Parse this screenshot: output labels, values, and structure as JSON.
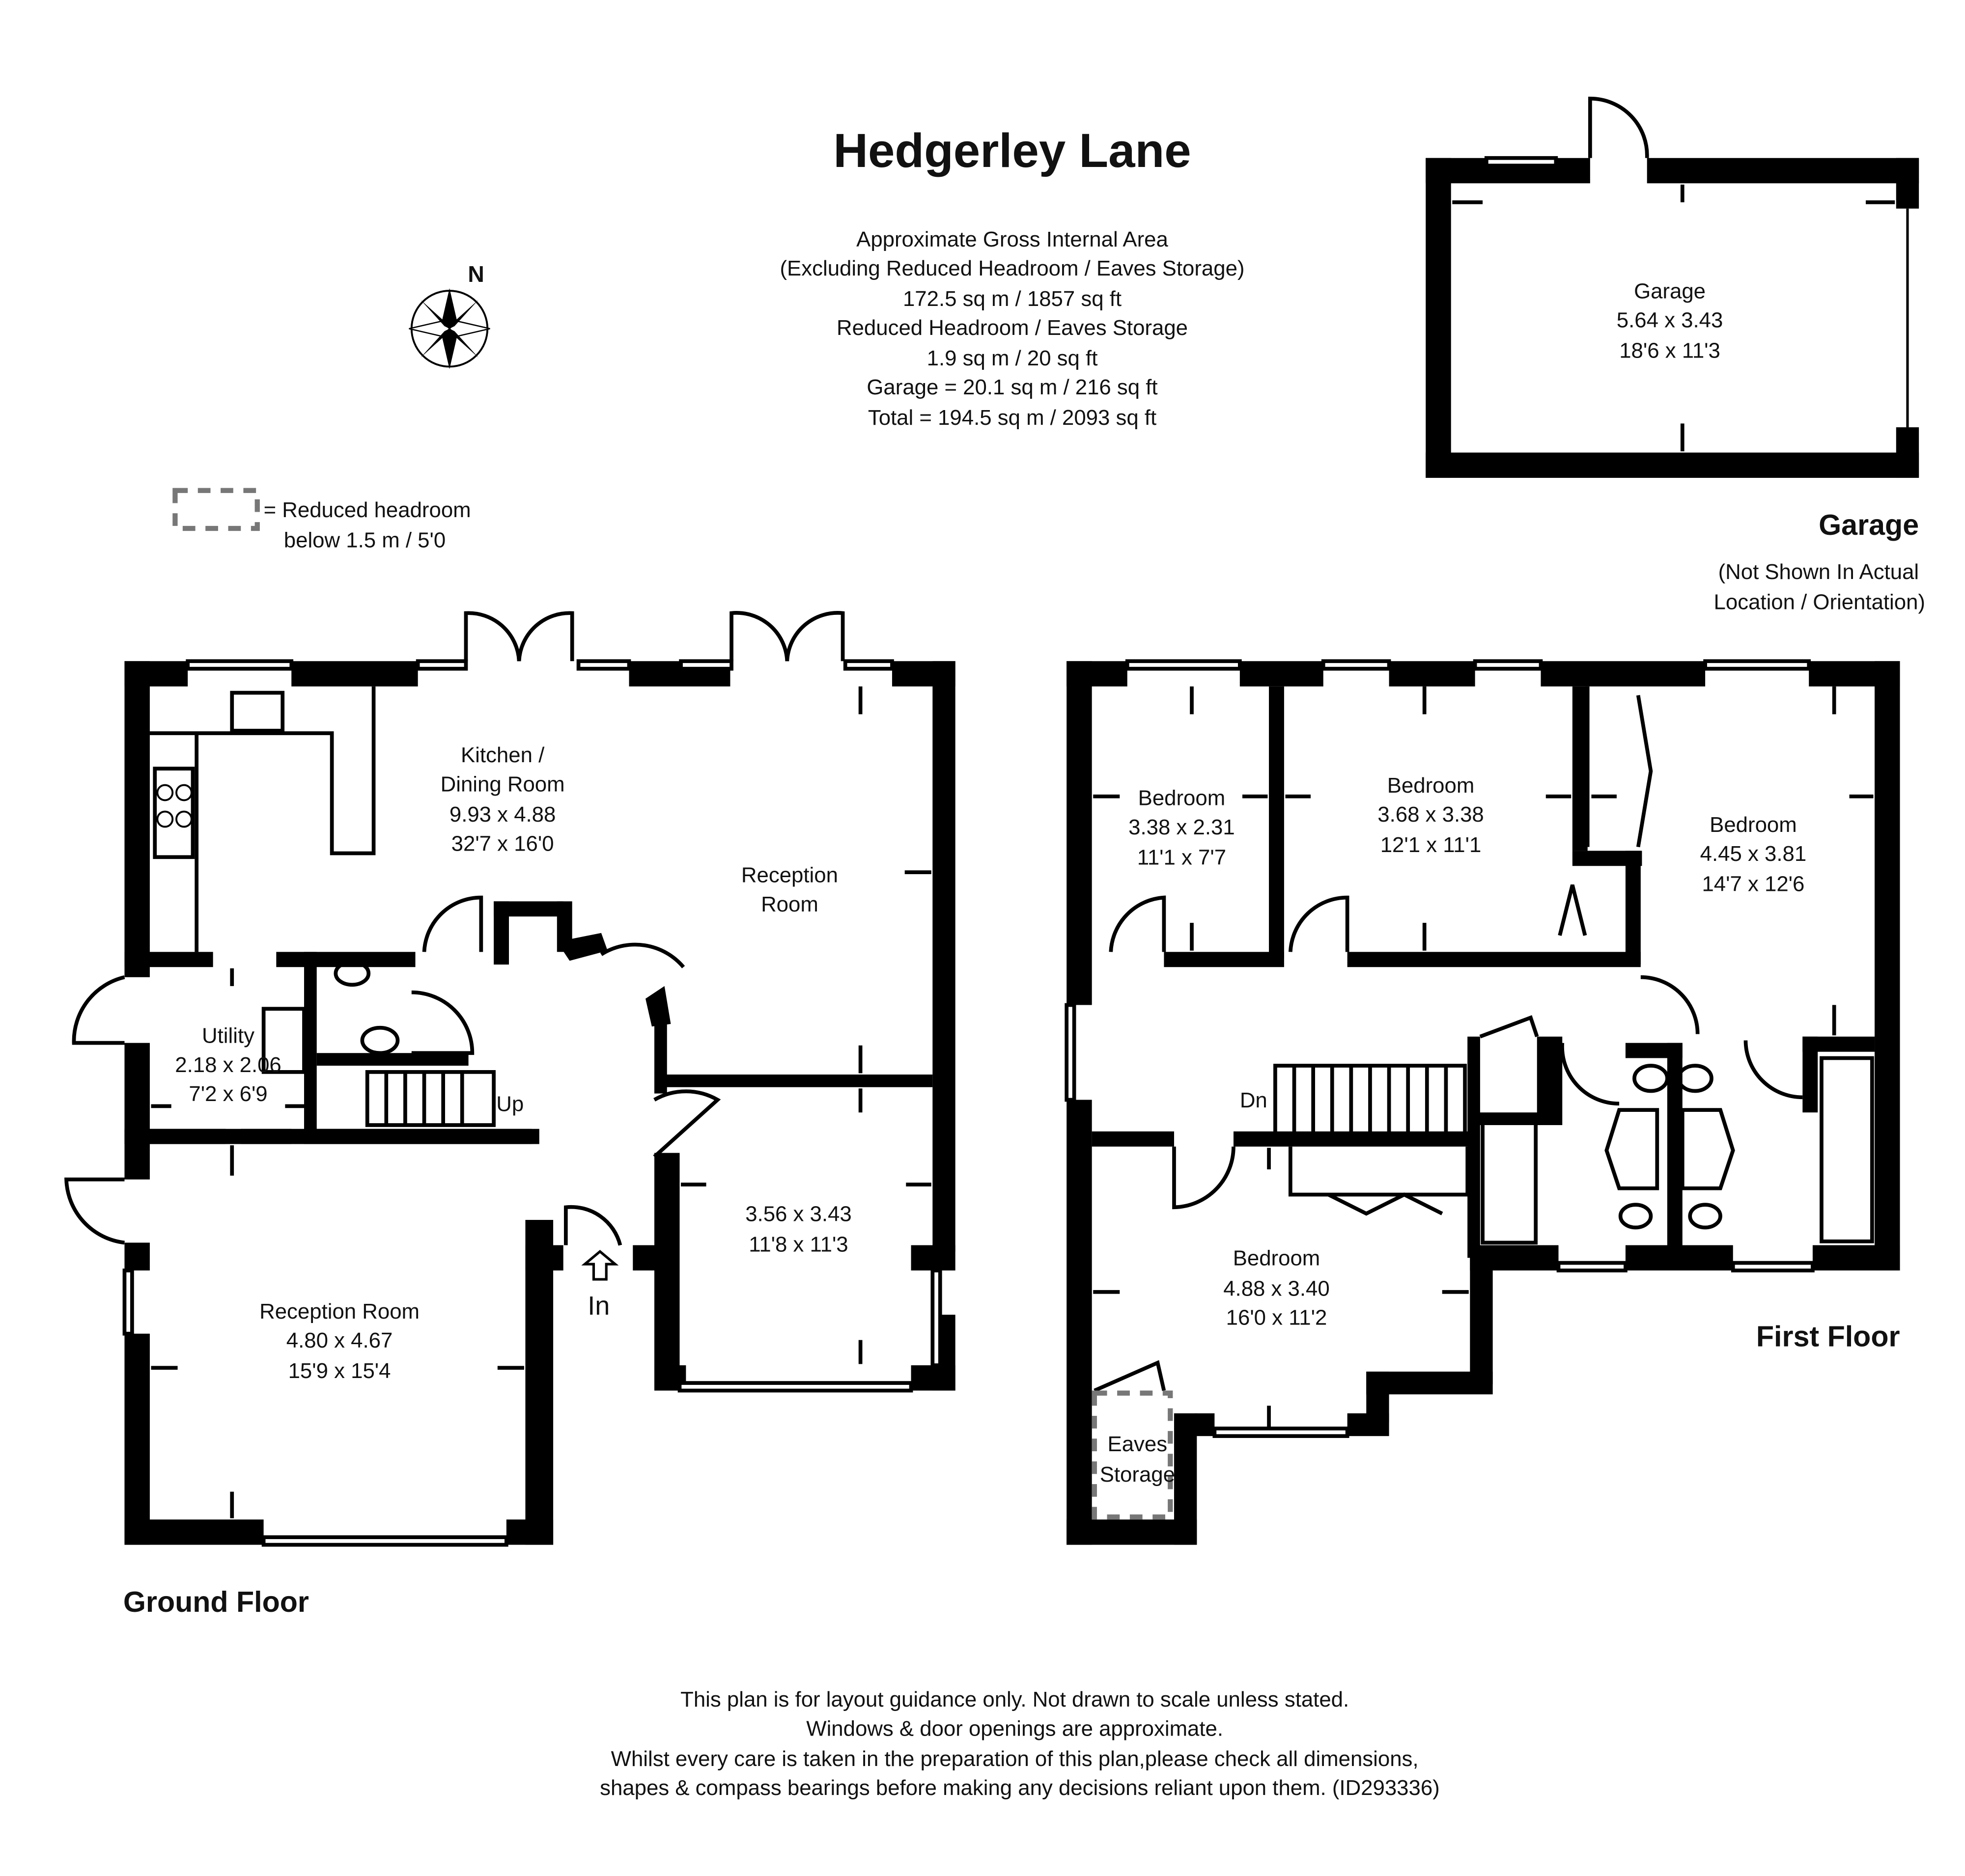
{
  "title": "Hedgerley Lane",
  "area": {
    "line1": "Approximate Gross Internal Area",
    "line2": "(Excluding Reduced Headroom / Eaves Storage)",
    "line3": "172.5 sq m / 1857 sq ft",
    "line4": "Reduced Headroom / Eaves Storage",
    "line5": "1.9 sq m / 20 sq ft",
    "line6": "Garage = 20.1 sq m / 216 sq ft",
    "line7": "Total = 194.5 sq m / 2093 sq ft"
  },
  "compass": {
    "label": "N"
  },
  "legend": {
    "line1": "= Reduced headroom",
    "line2": "below 1.5 m / 5'0"
  },
  "garage": {
    "room_name": "Garage",
    "room_dim_m": "5.64 x 3.43",
    "room_dim_ft": "18'6 x 11'3",
    "caption": "Garage",
    "note1": "(Not Shown In Actual",
    "note2": "Location / Orientation)"
  },
  "ground_floor": {
    "label": "Ground Floor",
    "kitchen": {
      "name1": "Kitchen /",
      "name2": "Dining Room",
      "dim_m": "9.93 x 4.88",
      "dim_ft": "32'7 x 16'0"
    },
    "reception_room_rear": {
      "name1": "Reception",
      "name2": "Room"
    },
    "utility": {
      "name": "Utility",
      "dim_m": "2.18 x 2.06",
      "dim_ft": "7'2 x 6'9"
    },
    "stairs_label": "Up",
    "entrance_label": "In",
    "front_room": {
      "dim_m": "3.56 x 3.43",
      "dim_ft": "11'8 x 11'3"
    },
    "reception_room": {
      "name": "Reception Room",
      "dim_m": "4.80 x 4.67",
      "dim_ft": "15'9 x 15'4"
    }
  },
  "first_floor": {
    "label": "First Floor",
    "bedroom1": {
      "name": "Bedroom",
      "dim_m": "3.38 x 2.31",
      "dim_ft": "11'1 x 7'7"
    },
    "bedroom2": {
      "name": "Bedroom",
      "dim_m": "3.68 x 3.38",
      "dim_ft": "12'1 x 11'1"
    },
    "bedroom3": {
      "name": "Bedroom",
      "dim_m": "4.45 x 3.81",
      "dim_ft": "14'7 x 12'6"
    },
    "bedroom4": {
      "name": "Bedroom",
      "dim_m": "4.88 x 3.40",
      "dim_ft": "16'0 x 11'2"
    },
    "stairs_label": "Dn",
    "eaves": {
      "name1": "Eaves",
      "name2": "Storage"
    }
  },
  "disclaimer": {
    "line1": "This plan is for layout guidance only. Not drawn to scale unless stated.",
    "line2": "Windows & door openings are approximate.",
    "line3": "Whilst every care is taken in the preparation of this plan,please check all dimensions,",
    "line4": "shapes & compass bearings before making any decisions reliant upon them. (ID293336)"
  }
}
